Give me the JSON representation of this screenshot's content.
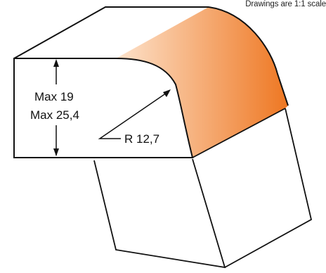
{
  "scale_note": "Drawings are 1:1 scale",
  "dimensions": {
    "height_line_1": "Max 19",
    "height_line_2": "Max 25,4",
    "radius_label": "R 12,7"
  },
  "colors": {
    "outline": "#111111",
    "cutter_light": "#fde3cc",
    "cutter_dark": "#ee7722"
  }
}
